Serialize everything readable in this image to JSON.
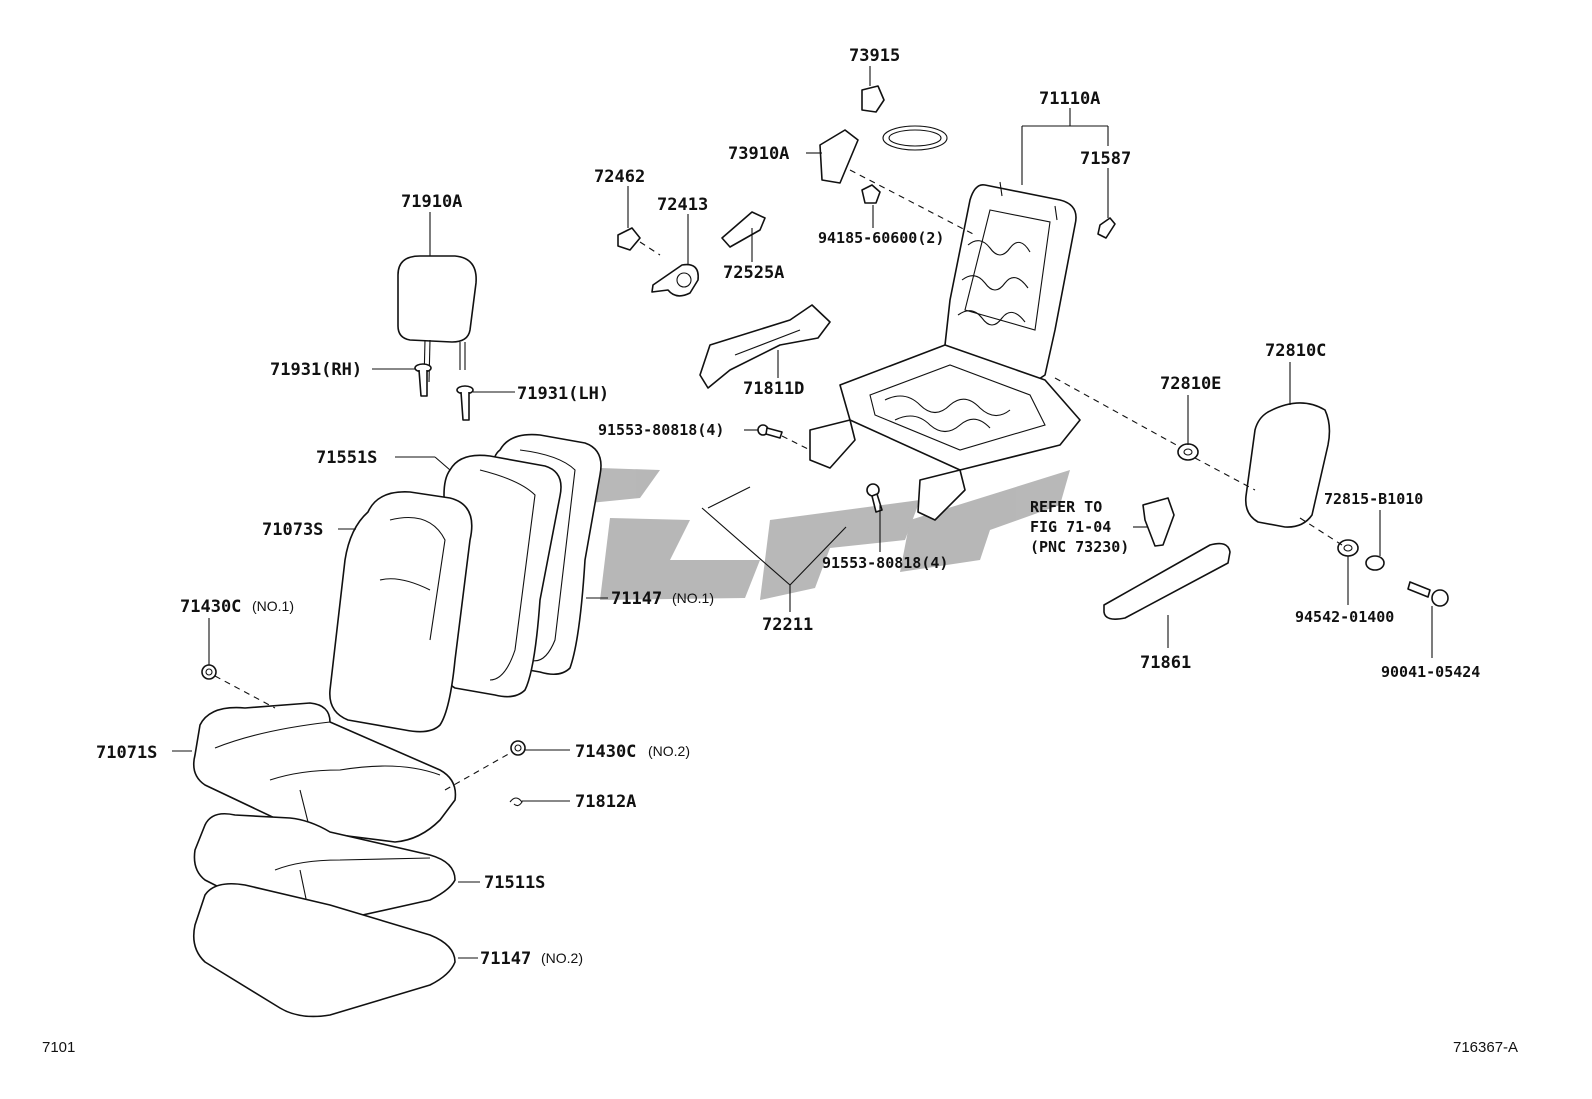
{
  "diagram": {
    "labels": {
      "p73915": "73915",
      "p71110a": "71110A",
      "p73910a": "73910A",
      "p71587": "71587",
      "p72462": "72462",
      "p72413": "72413",
      "p94185": "94185-60600(2)",
      "p71910a": "71910A",
      "p72525a": "72525A",
      "p71811d": "71811D",
      "p72810c": "72810C",
      "p71931rh": "71931(RH)",
      "p71931lh": "71931(LH)",
      "p72810e": "72810E",
      "p91553a": "91553-80818(4)",
      "p71551s": "71551S",
      "p72815": "72815-B1010",
      "p71073s": "71073S",
      "p91553b": "91553-80818(4)",
      "p71147_code": "71147",
      "p71147_tag": "(NO.1)",
      "p72211": "72211",
      "p94542": "94542-01400",
      "p71430c_code": "71430C",
      "p71430c_tag": "(NO.1)",
      "p71861": "71861",
      "p90041": "90041-05424",
      "p71071s": "71071S",
      "p71430c2_code": "71430C",
      "p71430c2_tag": "(NO.2)",
      "p71812a": "71812A",
      "p71511s": "71511S",
      "p71147b_code": "71147",
      "p71147b_tag": "(NO.2)"
    },
    "refer_note": [
      "REFER TO",
      "FIG 71-04",
      "(PNC 73230)"
    ],
    "corner_left": "7101",
    "corner_right": "716367-A"
  }
}
